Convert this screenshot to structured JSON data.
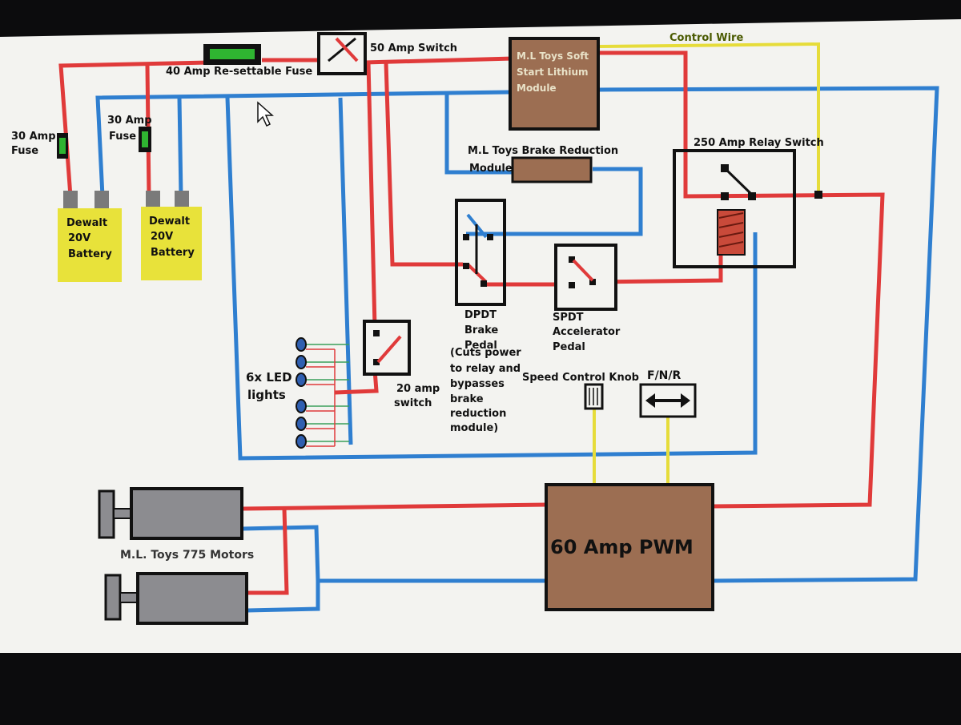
{
  "diagram": {
    "labels": {
      "fuse40": "40 Amp Re-settable Fuse",
      "switch50": "50 Amp Switch",
      "softstart": [
        "M.L Toys Soft",
        "Start Lithium",
        "Module"
      ],
      "control_wire": "Control Wire",
      "fuse30a": [
        "30 Amp",
        "Fuse"
      ],
      "fuse30b": [
        "30 Amp",
        "Fuse"
      ],
      "battery1": [
        "Dewalt",
        "20V",
        "Battery"
      ],
      "battery2": [
        "Dewalt",
        "20V",
        "Battery"
      ],
      "brake_module": [
        "M.L Toys Brake Reduction",
        "Module"
      ],
      "relay": "250 Amp Relay Switch",
      "dpdt": [
        "DPDT",
        "Brake",
        "Pedal"
      ],
      "spdt": [
        "SPDT",
        "Accelerator",
        "Pedal"
      ],
      "dpdt_note": [
        "(Cuts power",
        "to relay and",
        "bypasses",
        "brake",
        "reduction",
        "module)"
      ],
      "led": [
        "6x LED",
        "lights"
      ],
      "switch20": [
        "20 amp",
        "switch"
      ],
      "speed_knob": "Speed Control Knob",
      "fnr": "F/N/R",
      "pwm": "60 Amp PWM",
      "motors": "M.L. Toys 775 Motors"
    },
    "colors": {
      "positive_wire": "#e03a3a",
      "negative_wire": "#2f7fd0",
      "control_wire": "#e6dc3a",
      "module_fill": "#9c6e52",
      "battery_fill": "#e8e23a",
      "motor_fill": "#8c8c90",
      "background": "#f3f3f0"
    },
    "icons": [
      "cursor-arrow-icon",
      "switch-icon",
      "fuse-icon",
      "led-icon",
      "knob-icon",
      "fnr-arrows-icon"
    ]
  }
}
